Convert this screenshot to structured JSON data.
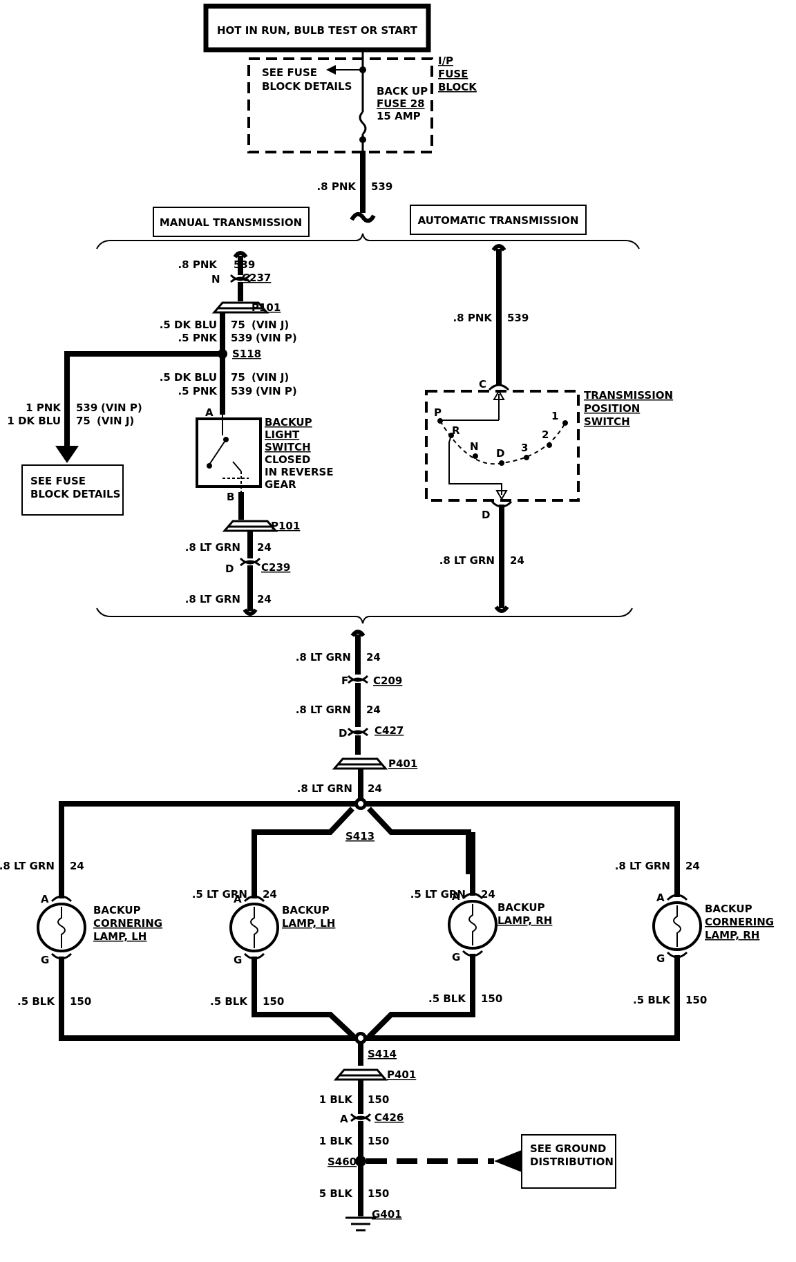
{
  "header": {
    "source": "HOT IN RUN, BULB TEST OR START"
  },
  "fuse_block": {
    "label": [
      "I/P",
      "FUSE",
      "BLOCK"
    ],
    "see_details": [
      "SEE FUSE",
      "BLOCK DETAILS"
    ],
    "fuse": [
      "BACK UP",
      "FUSE 28",
      "15 AMP"
    ]
  },
  "top_wire": {
    "color": ".8 PNK",
    "circuit": "539"
  },
  "sections": {
    "manual": "MANUAL TRANSMISSION",
    "automatic": "AUTOMATIC TRANSMISSION"
  },
  "manual": {
    "w1": {
      "color": ".8 PNK",
      "circuit": "539"
    },
    "c237": {
      "pin": "N",
      "name": "C237"
    },
    "p101_a": "P101",
    "w2a": {
      "color": ".5 DK BLU",
      "circuit": "75",
      "note": "(VIN J)"
    },
    "w2b": {
      "color": ".5 PNK",
      "circuit": "539",
      "note": "(VIN P)"
    },
    "s118": "S118",
    "w3a": {
      "color": ".5 DK BLU",
      "circuit": "75",
      "note": "(VIN J)"
    },
    "w3b": {
      "color": ".5 PNK",
      "circuit": "539",
      "note": "(VIN P)"
    },
    "branch_a": {
      "color": "1 PNK",
      "circuit": "539",
      "note": "(VIN P)"
    },
    "branch_b": {
      "color": "1 DK BLU",
      "circuit": "75",
      "note": "(VIN J)"
    },
    "branch_box": [
      "SEE FUSE",
      "BLOCK DETAILS"
    ],
    "switch_pin_a": "A",
    "switch_pin_b": "B",
    "switch_label": [
      "BACKUP",
      "LIGHT",
      "SWITCH",
      "CLOSED",
      "IN REVERSE",
      "GEAR"
    ],
    "p101_b": "P101",
    "w4": {
      "color": ".8 LT GRN",
      "circuit": "24"
    },
    "c239": {
      "pin": "D",
      "name": "C239"
    },
    "w5": {
      "color": ".8 LT GRN",
      "circuit": "24"
    }
  },
  "automatic": {
    "w1": {
      "color": ".8 PNK",
      "circuit": "539"
    },
    "pin_c": "C",
    "pin_d": "D",
    "switch_label": [
      "TRANSMISSION",
      "POSITION",
      "SWITCH"
    ],
    "positions": [
      "P",
      "R",
      "N",
      "D",
      "3",
      "2",
      "1"
    ],
    "w2": {
      "color": ".8 LT GRN",
      "circuit": "24"
    }
  },
  "trunk": {
    "w1": {
      "color": ".8 LT GRN",
      "circuit": "24"
    },
    "c209": {
      "pin": "F",
      "name": "C209"
    },
    "w2": {
      "color": ".8 LT GRN",
      "circuit": "24"
    },
    "c427": {
      "pin": "D",
      "name": "C427"
    },
    "p401_a": "P401",
    "w3": {
      "color": ".8 LT GRN",
      "circuit": "24"
    },
    "s413": "S413"
  },
  "lamps": [
    {
      "label": [
        "BACKUP",
        "CORNERING",
        "LAMP, LH"
      ],
      "top": {
        "color": ".8 LT GRN",
        "circuit": "24"
      },
      "bot": {
        "color": ".5 BLK",
        "circuit": "150"
      },
      "pin_a": "A",
      "pin_g": "G"
    },
    {
      "label": [
        "BACKUP",
        "LAMP, LH"
      ],
      "top": {
        "color": ".5 LT GRN",
        "circuit": "24"
      },
      "bot": {
        "color": ".5 BLK",
        "circuit": "150"
      },
      "pin_a": "A",
      "pin_g": "G"
    },
    {
      "label": [
        "BACKUP",
        "LAMP, RH"
      ],
      "top": {
        "color": ".5 LT GRN",
        "circuit": "24"
      },
      "bot": {
        "color": ".5 BLK",
        "circuit": "150"
      },
      "pin_a": "A",
      "pin_g": "G"
    },
    {
      "label": [
        "BACKUP",
        "CORNERING",
        "LAMP, RH"
      ],
      "top": {
        "color": ".8 LT GRN",
        "circuit": "24"
      },
      "bot": {
        "color": ".5 BLK",
        "circuit": "150"
      },
      "pin_a": "A",
      "pin_g": "G"
    }
  ],
  "ground": {
    "s414": "S414",
    "p401_b": "P401",
    "w1": {
      "color": "1 BLK",
      "circuit": "150"
    },
    "c426": {
      "pin": "A",
      "name": "C426"
    },
    "w2": {
      "color": "1 BLK",
      "circuit": "150"
    },
    "s460": "S460",
    "ground_box": [
      "SEE GROUND",
      "DISTRIBUTION"
    ],
    "w3": {
      "color": "5 BLK",
      "circuit": "150"
    },
    "g401": "G401"
  }
}
